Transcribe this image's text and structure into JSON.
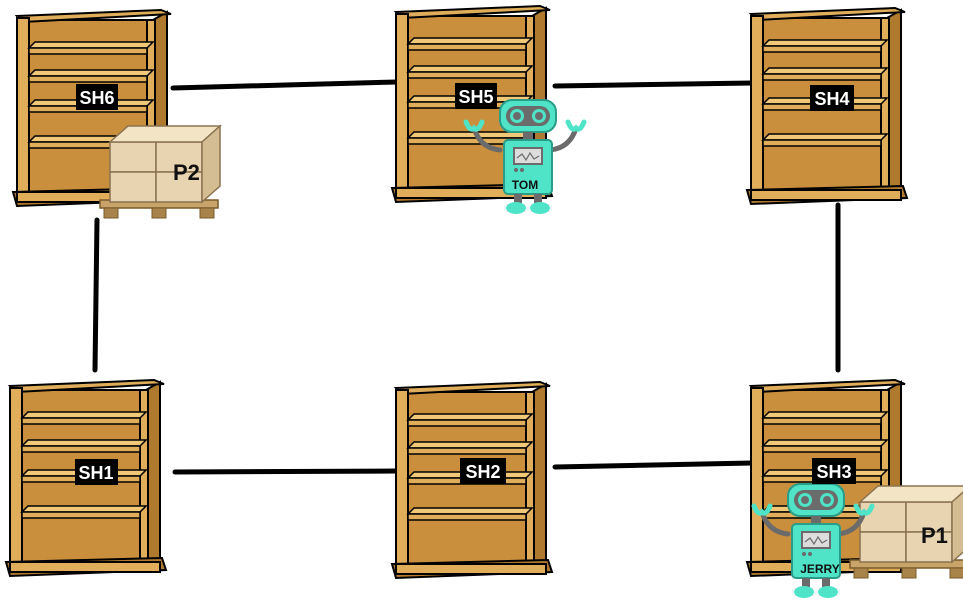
{
  "shelves": [
    {
      "id": "SH6",
      "label": "SH6"
    },
    {
      "id": "SH5",
      "label": "SH5"
    },
    {
      "id": "SH4",
      "label": "SH4"
    },
    {
      "id": "SH1",
      "label": "SH1"
    },
    {
      "id": "SH2",
      "label": "SH2"
    },
    {
      "id": "SH3",
      "label": "SH3"
    }
  ],
  "connections": [
    [
      "SH6",
      "SH5"
    ],
    [
      "SH5",
      "SH4"
    ],
    [
      "SH6",
      "SH1"
    ],
    [
      "SH4",
      "SH3"
    ],
    [
      "SH1",
      "SH2"
    ],
    [
      "SH2",
      "SH3"
    ]
  ],
  "packages": [
    {
      "id": "P2",
      "label": "P2",
      "at": "SH6"
    },
    {
      "id": "P1",
      "label": "P1",
      "at": "SH3"
    }
  ],
  "robots": [
    {
      "name": "TOM",
      "at": "SH5"
    },
    {
      "name": "JERRY",
      "at": "SH3"
    }
  ],
  "colors": {
    "shelf_wood": "#e0ae5a",
    "shelf_dark": "#b07a2e",
    "shelf_inner": "#c98f3c",
    "robot_body": "#4fe3c8",
    "robot_grey": "#6b6b6b",
    "box": "#e8d4b0",
    "pallet": "#c9a46a",
    "link": "#000000"
  }
}
